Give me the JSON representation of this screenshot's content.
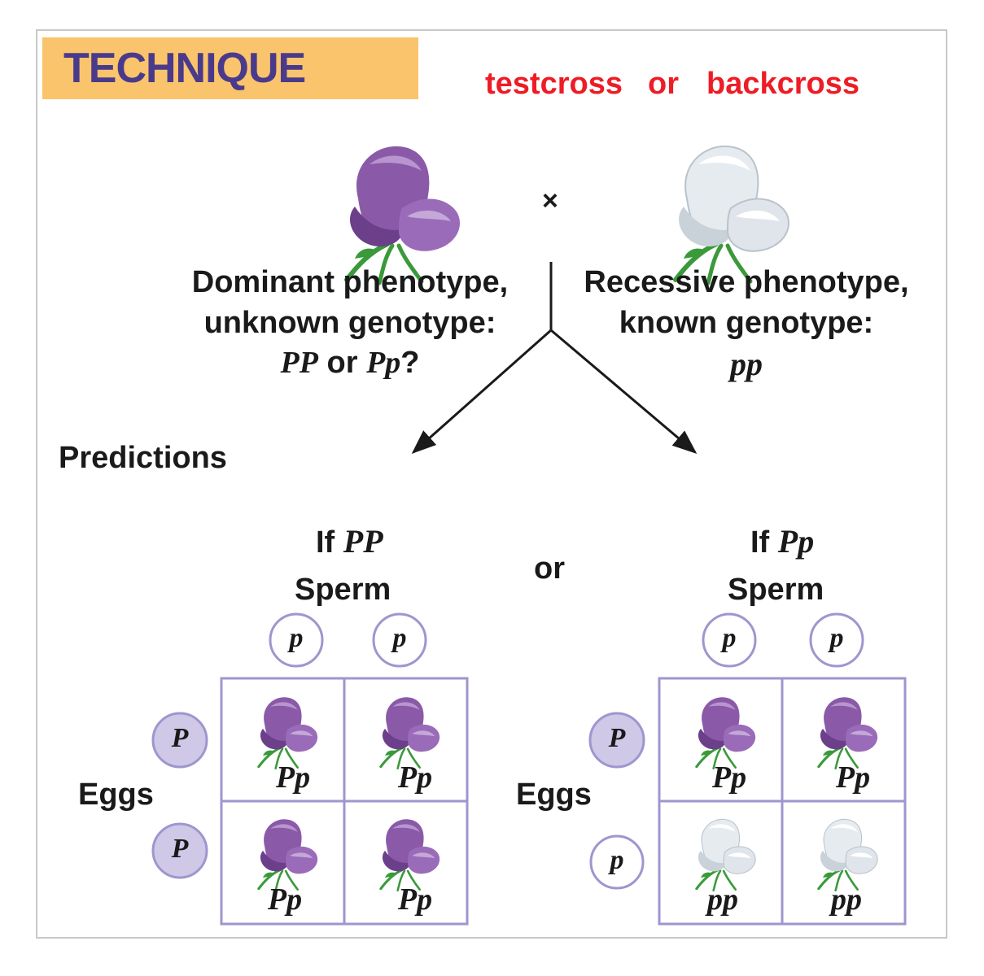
{
  "header": {
    "technique_label": "TECHNIQUE",
    "testcross": "testcross",
    "or": "or",
    "backcross": "backcross"
  },
  "cross_symbol": "×",
  "left_parent": {
    "line1": "Dominant phenotype,",
    "line2": "unknown genotype:",
    "genotype_a": "PP",
    "or": "or",
    "genotype_b": "Pp",
    "question": "?"
  },
  "right_parent": {
    "line1": "Recessive phenotype,",
    "line2": "known genotype:",
    "genotype": "pp"
  },
  "predictions_label": "Predictions",
  "middle_or": "or",
  "square_pp": {
    "if_label": "If",
    "if_genotype": "PP",
    "sperm_label": "Sperm",
    "eggs_label": "Eggs",
    "sperm": [
      "p",
      "p"
    ],
    "eggs": [
      "P",
      "P"
    ],
    "cells": [
      "Pp",
      "Pp",
      "Pp",
      "Pp"
    ]
  },
  "square_pp2": {
    "if_label": "If",
    "if_genotype": "Pp",
    "sperm_label": "Sperm",
    "eggs_label": "Eggs",
    "sperm": [
      "p",
      "p"
    ],
    "eggs": [
      "P",
      "p"
    ],
    "cells": [
      "Pp",
      "Pp",
      "pp",
      "pp"
    ]
  },
  "colors": {
    "badge": "#f9c46b",
    "badge_text": "#4a3a8c",
    "red_text": "#ee1c25",
    "purple_flower": "#8a5aa8",
    "white_flower": "#e6ebef",
    "stem": "#3a9a3a",
    "grid": "#9e96cf",
    "dominant_allele_fill": "#cfc8e6"
  },
  "icons": [
    "purple-flower-icon",
    "white-flower-icon"
  ]
}
